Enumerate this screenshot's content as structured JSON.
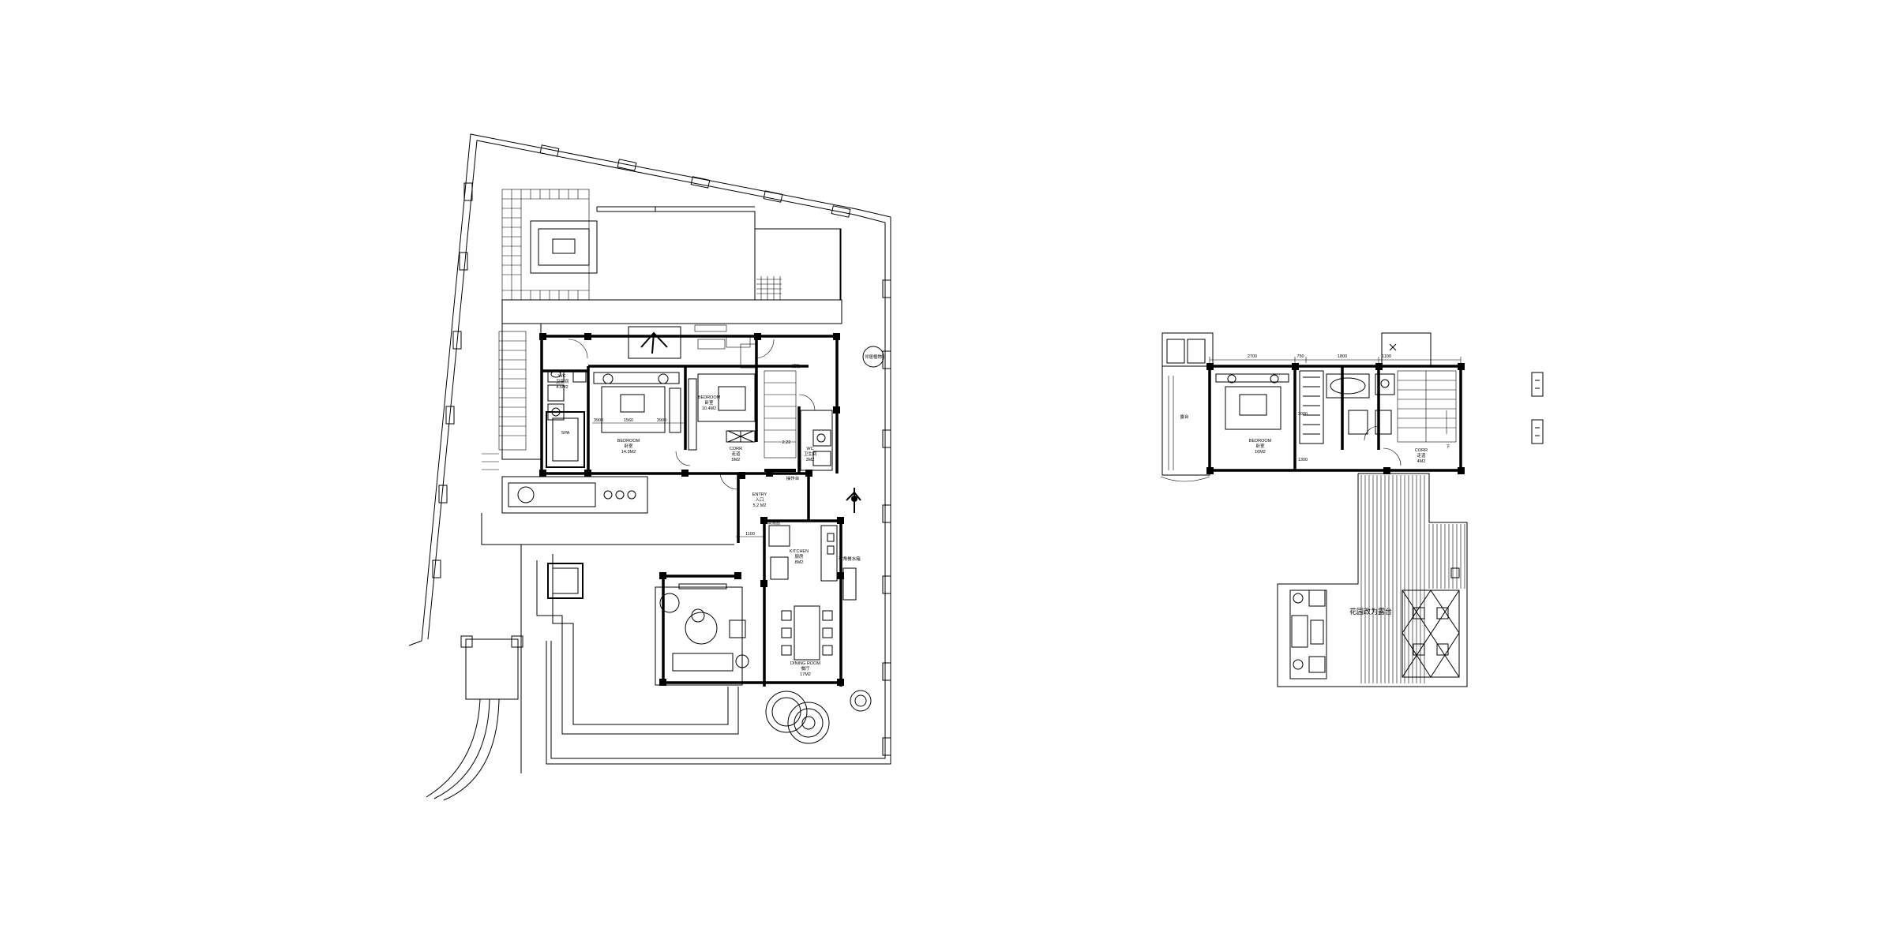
{
  "ground_floor": {
    "bedroom_main": {
      "name": "BEDROOM",
      "cn": "卧室",
      "area": "14.3M2"
    },
    "bedroom_2": {
      "name": "BEDROOM",
      "cn": "卧室",
      "area": "10.4M2"
    },
    "wc_1": {
      "name": "WC",
      "cn": "卫生间",
      "area": "4.5M2"
    },
    "wc_2": {
      "name": "WC",
      "cn": "卫生间",
      "area": "3M2"
    },
    "corridor": {
      "name": "CORR",
      "cn": "走道",
      "area": "5M2"
    },
    "entry": {
      "name": "ENTRY",
      "cn": "入口",
      "area": "5.2 M2"
    },
    "kitchen": {
      "name": "KITCHEN",
      "cn": "厨房",
      "area": "8M2"
    },
    "dining_room": {
      "name": "DINING ROOM",
      "cn": "餐厅",
      "area": "17M2"
    },
    "spa_label": "SPA",
    "storage_label": "储物",
    "neighbor_label": "邻居植物",
    "basin_label": "设施盆",
    "sink_label": "操作台",
    "corner_label": "转角餐水箱",
    "dimensions": {
      "d1": "1560",
      "d2": "3900",
      "d3": "3900",
      "d4": "2.22",
      "d5": "1100"
    }
  },
  "upper_floor": {
    "bedroom": {
      "name": "BEDROOM",
      "cn": "卧室",
      "area": "16M2"
    },
    "corridor": {
      "name": "CORR",
      "cn": "走道",
      "area": "4M2"
    },
    "terrace_label": "花园改为露台",
    "balcony_label": "露台",
    "down_label": "下",
    "dimensions": {
      "d1": "2700",
      "d2": "750",
      "d3": "1800",
      "d4": "1100",
      "d5": "3000",
      "d6": "1300"
    }
  }
}
